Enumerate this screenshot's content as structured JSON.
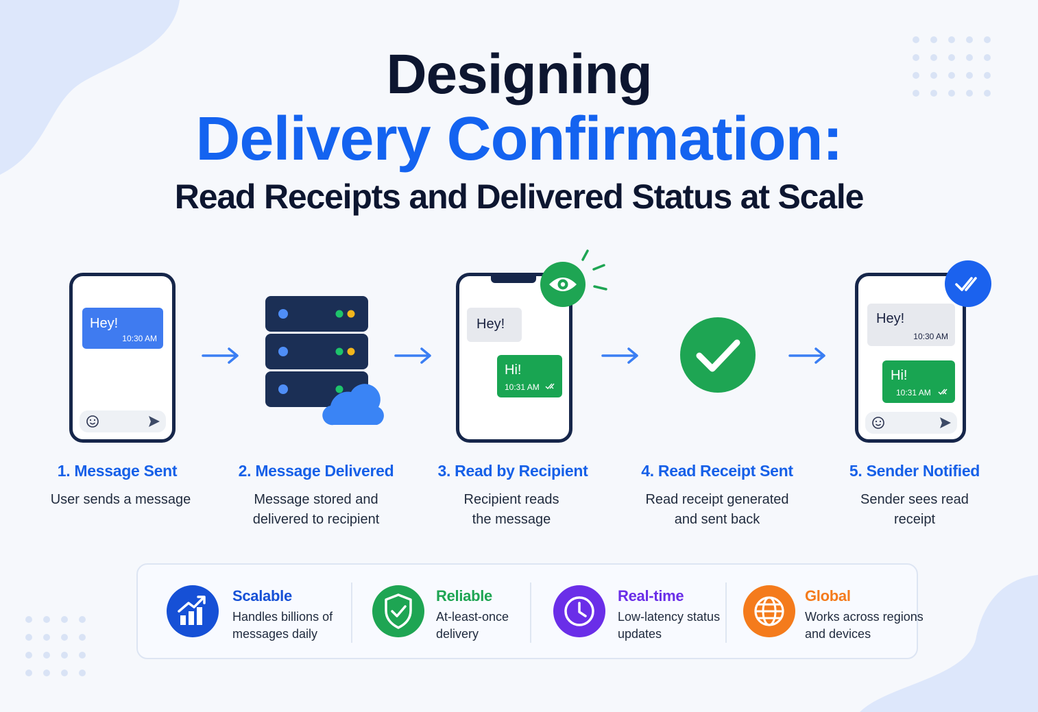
{
  "title": {
    "line1": "Designing",
    "line2": "Delivery Confirmation:",
    "line3": "Read Receipts and Delivered Status at Scale"
  },
  "steps": [
    {
      "title": "1. Message Sent",
      "desc_line1": "User sends a message",
      "desc_line2": ""
    },
    {
      "title": "2. Message Delivered",
      "desc_line1": "Message stored and",
      "desc_line2": "delivered to recipient"
    },
    {
      "title": "3. Read by Recipient",
      "desc_line1": "Recipient reads",
      "desc_line2": "the message"
    },
    {
      "title": "4. Read Receipt Sent",
      "desc_line1": "Read receipt generated",
      "desc_line2": "and sent back"
    },
    {
      "title": "5. Sender Notified",
      "desc_line1": "Sender sees read",
      "desc_line2": "receipt"
    }
  ],
  "phones": {
    "sent": {
      "msg": "Hey!",
      "time": "10:30 AM"
    },
    "read": {
      "msg_in": "Hey!",
      "reply": "Hi!",
      "reply_time": "10:31 AM"
    },
    "notified": {
      "msg_in": "Hey!",
      "msg_in_time": "10:30 AM",
      "reply": "Hi!",
      "reply_time": "10:31 AM"
    }
  },
  "features": [
    {
      "title": "Scalable",
      "desc_line1": "Handles billions of",
      "desc_line2": "messages daily",
      "color": "#1650d6",
      "icon": "chart-up-icon"
    },
    {
      "title": "Reliable",
      "desc_line1": "At-least-once",
      "desc_line2": "delivery",
      "color": "#1ea553",
      "icon": "shield-check-icon"
    },
    {
      "title": "Real-time",
      "desc_line1": "Low-latency status",
      "desc_line2": "updates",
      "color": "#6a2ee8",
      "icon": "clock-icon"
    },
    {
      "title": "Global",
      "desc_line1": "Works across regions",
      "desc_line2": "and devices",
      "color": "#f47b1c",
      "icon": "globe-icon"
    }
  ],
  "colors": {
    "accent_blue": "#1463f0",
    "dark_navy": "#16264a",
    "success_green": "#1ea553"
  }
}
